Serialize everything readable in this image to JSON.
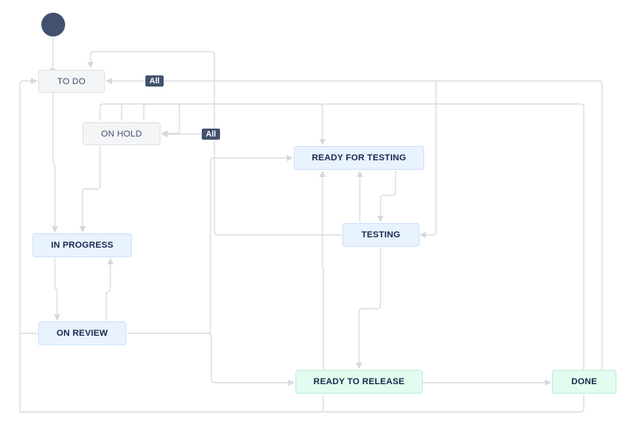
{
  "diagram": {
    "colors": {
      "line": "#d5d8de",
      "start_node": "#42526e",
      "gray_node": "#f4f5f7",
      "blue_node": "#e9f2ff",
      "green_node": "#e3fcef",
      "badge": "#42526e"
    },
    "states": {
      "todo": "TO DO",
      "on_hold": "ON HOLD",
      "ready_for_testing": "READY FOR TESTING",
      "testing": "TESTING",
      "in_progress": "IN PROGRESS",
      "on_review": "ON REVIEW",
      "ready_to_release": "READY TO RELEASE",
      "done": "DONE"
    },
    "badges": {
      "all_todo": "All",
      "all_on_hold": "All"
    }
  }
}
